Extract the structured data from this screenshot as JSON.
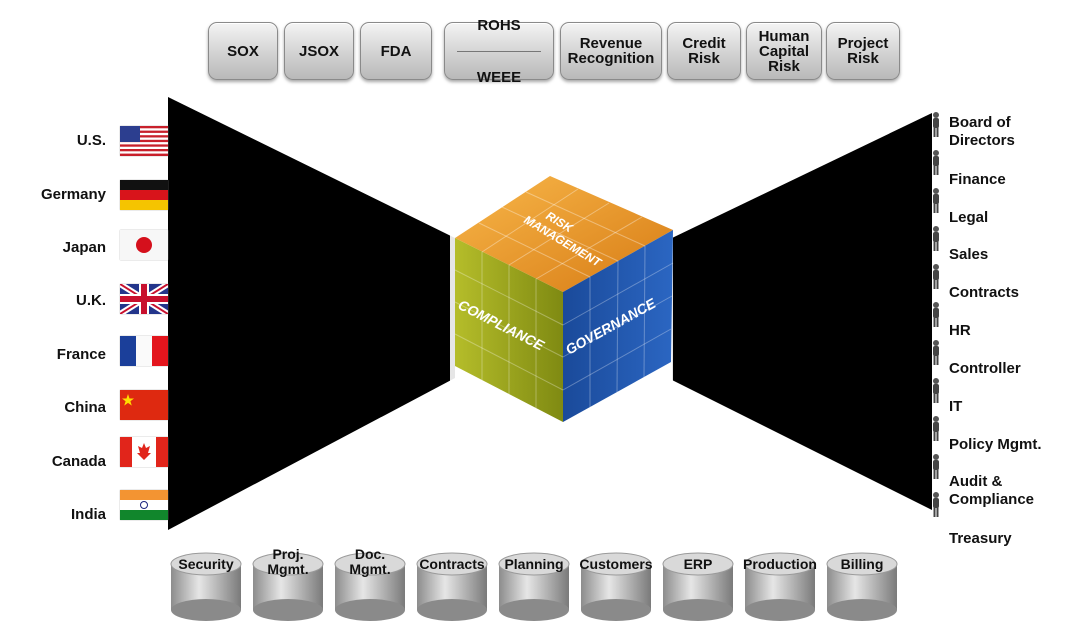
{
  "top_buttons": [
    {
      "label": "SOX"
    },
    {
      "label": "JSOX"
    },
    {
      "label": "FDA"
    },
    {
      "label_top": "ROHS",
      "label_bottom": "WEEE"
    },
    {
      "label": "Revenue\nRecognition"
    },
    {
      "label": "Credit\nRisk"
    },
    {
      "label": "Human\nCapital\nRisk"
    },
    {
      "label": "Project\nRisk"
    }
  ],
  "countries": [
    "U.S.",
    "Germany",
    "Japan",
    "U.K.",
    "France",
    "China",
    "Canada",
    "India"
  ],
  "departments": [
    "Board of\nDirectors",
    "Finance",
    "Legal",
    "Sales",
    "Contracts",
    "HR",
    "Controller",
    "IT",
    "Policy Mgmt.",
    "Audit &\nCompliance",
    "Treasury"
  ],
  "databases": [
    "Security",
    "Proj.\nMgmt.",
    "Doc.\nMgmt.",
    "Contracts",
    "Planning",
    "Customers",
    "ERP",
    "Production",
    "Billing"
  ],
  "cube": {
    "top": "RISK\nMANAGEMENT",
    "left": "COMPLIANCE",
    "right": "GOVERNANCE",
    "colors": {
      "top": "#e8962a",
      "left": "#9aa61a",
      "right": "#1f4f9e"
    }
  }
}
